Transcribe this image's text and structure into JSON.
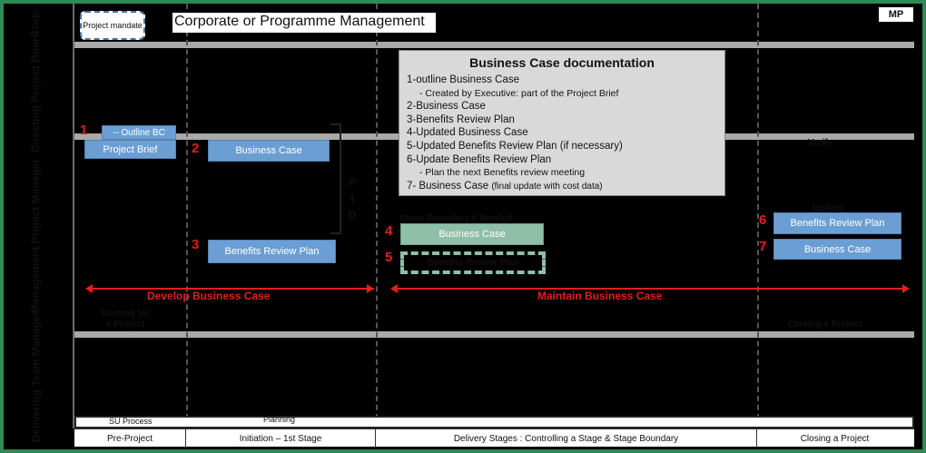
{
  "header": {
    "corporate_title": "Corporate or Programme Management",
    "project_mandate": "Project mandate",
    "logo_text": "MP"
  },
  "bands": {
    "corporate": "Corp.",
    "directing": "Directing Project Board",
    "managing": "Management Project Manager",
    "delivering": "Delivering Team Manager"
  },
  "nodes": {
    "n1": {
      "number": "1",
      "outline": "-- Outline BC",
      "label": "Project Brief"
    },
    "n2": {
      "number": "2",
      "label": "Business Case"
    },
    "n3": {
      "number": "3",
      "label": "Benefits Review Plan"
    },
    "n4": {
      "number": "4",
      "label": "Business Case",
      "caption": "Stage Boundary if Needed"
    },
    "n5": {
      "number": "5",
      "label": "Benefits Review Plan"
    },
    "n6": {
      "number": "6",
      "label": "Benefits Review Plan",
      "caption": "Update"
    },
    "n7": {
      "number": "7",
      "label": "Business Case"
    }
  },
  "pid_label": "P I D",
  "verify_label": "Verify",
  "arrows": {
    "develop": "Develop Business Case",
    "maintain": "Maintain Business Case"
  },
  "labels": {
    "starting_up": "Starting Up a Project",
    "closing_project": "Closing a Project"
  },
  "doc": {
    "title": "Business Case documentation",
    "lines": [
      "1-outline Business Case",
      "- Created by Executive: part of the Project Brief",
      "2-Business Case",
      "3-Benefits Review Plan",
      "4-Updated Business Case",
      "5-Updated Benefits Review Plan (if necessary)",
      "6-Update Benefits Review Plan",
      "- Plan the next Benefits review meeting",
      "7- Business Case",
      "(final update with cost data)"
    ]
  },
  "bottom": {
    "su_process": "SU Process",
    "planning": "Planning"
  },
  "phases": [
    "Pre-Project",
    "Initiation – 1st Stage",
    "Delivery Stages : Controlling a Stage & Stage Boundary",
    "Closing a Project"
  ],
  "colors": {
    "accent_red": "#e0201c",
    "box_blue": "#6b9fd4",
    "box_green": "#8fbfa8",
    "frame_green": "#2e8b57"
  }
}
